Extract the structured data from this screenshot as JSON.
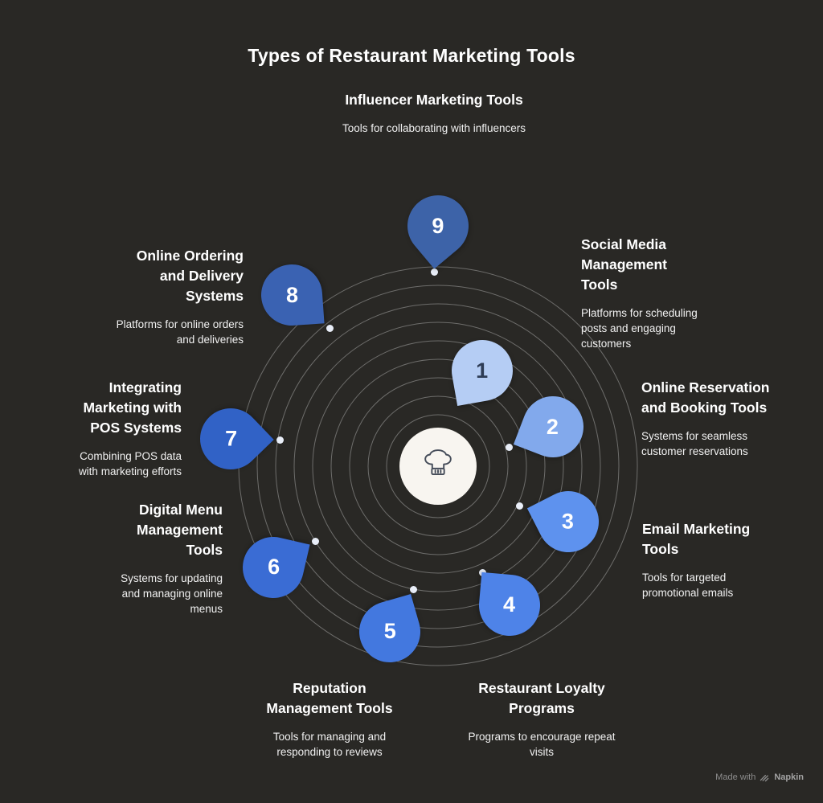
{
  "title": "Types of Restaurant Marketing Tools",
  "items": [
    {
      "num": "1",
      "title": "Social Media Management Tools",
      "desc": "Platforms for scheduling posts and engaging customers",
      "color": "#b5cdf4"
    },
    {
      "num": "2",
      "title": "Online Reservation and Booking Tools",
      "desc": "Systems for seamless customer reservations",
      "color": "#82a9ec"
    },
    {
      "num": "3",
      "title": "Email Marketing Tools",
      "desc": "Tools for targeted promotional emails",
      "color": "#5e92ee"
    },
    {
      "num": "4",
      "title": "Restaurant Loyalty Programs",
      "desc": "Programs to encourage repeat visits",
      "color": "#4e83e8"
    },
    {
      "num": "5",
      "title": "Reputation Management Tools",
      "desc": "Tools for managing and responding to reviews",
      "color": "#4378df"
    },
    {
      "num": "6",
      "title": "Digital Menu Management Tools",
      "desc": "Systems for updating and managing online menus",
      "color": "#3a6cd4"
    },
    {
      "num": "7",
      "title": "Integrating Marketing with POS Systems",
      "desc": "Combining POS data with marketing efforts",
      "color": "#3162c6"
    },
    {
      "num": "8",
      "title": "Online Ordering and Delivery Systems",
      "desc": "Platforms for online orders and deliveries",
      "color": "#3a62b2"
    },
    {
      "num": "9",
      "title": "Influencer Marketing Tools",
      "desc": "Tools for collaborating with influencers",
      "color": "#3d63a8"
    }
  ],
  "center_icon": "chef-hat-icon",
  "watermark": {
    "text": "Made with",
    "brand": "Napkin"
  },
  "colors": {
    "background": "#292825",
    "text": "#ffffff",
    "rings": "rgba(255,255,255,0.32)",
    "center_badge": "#f8f5f0"
  }
}
